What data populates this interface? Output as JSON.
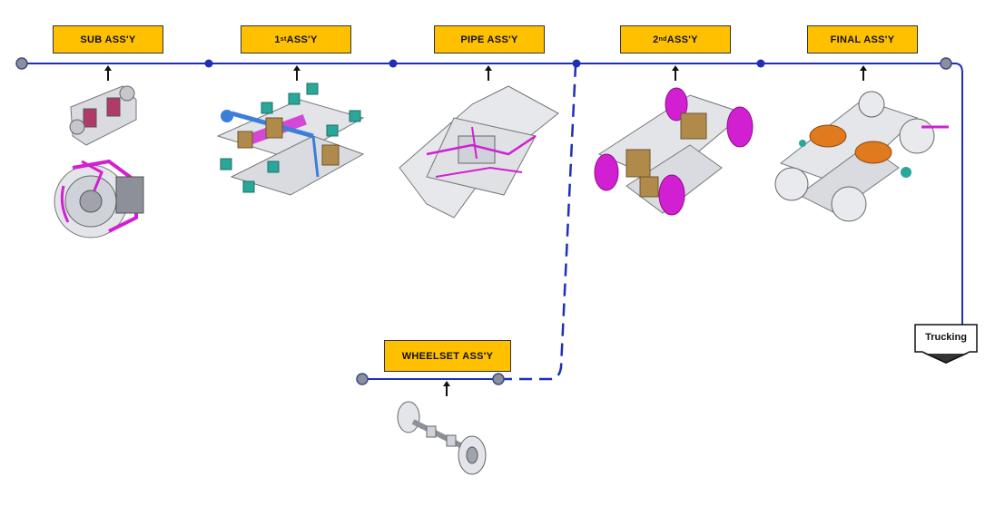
{
  "stages": {
    "sub": {
      "pre": "SUB ASS'Y",
      "sup": "",
      "post": ""
    },
    "first": {
      "pre": "1",
      "sup": "st",
      "post": " ASS'Y"
    },
    "pipe": {
      "pre": "PIPE ASS'Y",
      "sup": "",
      "post": ""
    },
    "second": {
      "pre": "2",
      "sup": "nd",
      "post": " ASS'Y"
    },
    "final": {
      "pre": "FINAL ASS'Y",
      "sup": "",
      "post": ""
    },
    "wheelset": {
      "pre": "WHEELSET ASS'Y",
      "sup": "",
      "post": ""
    }
  },
  "end_label": "Trucking",
  "colors": {
    "line": "#1f2fb8",
    "box_fill": "#ffc000",
    "node_gray": "#8a8f99",
    "part_gray": "#d9dbe0",
    "magenta": "#d21fd2",
    "teal": "#2aa79b",
    "bronze": "#b08a4a",
    "orange": "#e07a1f",
    "blue_part": "#3a7fd8"
  },
  "icons": {
    "sub": "brake-assembly-icon",
    "first": "bogie-frame-fittings-icon",
    "pipe": "bogie-frame-piping-icon",
    "second": "bogie-with-wheels-icon",
    "final": "complete-bogie-icon",
    "wheelset": "wheelset-icon"
  }
}
